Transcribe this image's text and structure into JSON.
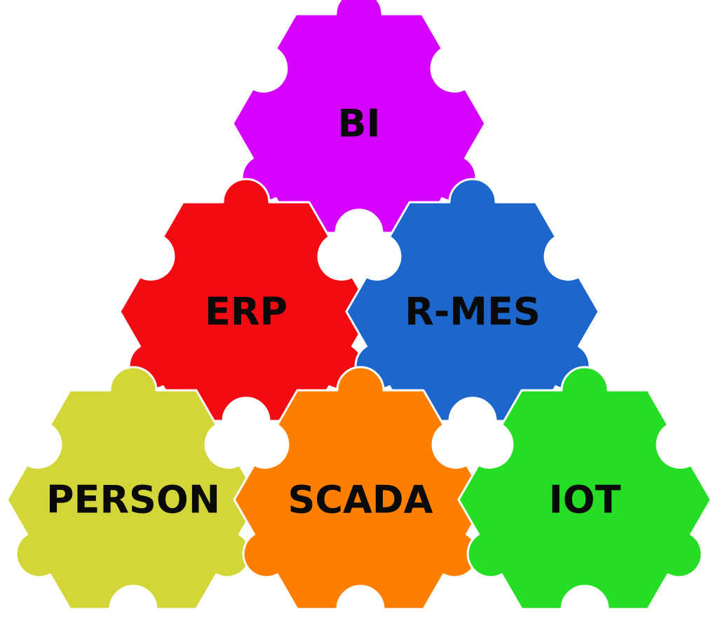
{
  "gears": [
    {
      "id": "bi",
      "label": "BI",
      "color": "#D602FF"
    },
    {
      "id": "erp",
      "label": "ERP",
      "color": "#F30B14"
    },
    {
      "id": "r-mes",
      "label": "R-MES",
      "color": "#1C66CC"
    },
    {
      "id": "person",
      "label": "PERSON",
      "color": "#D3D638"
    },
    {
      "id": "scada",
      "label": "SCADA",
      "color": "#FC7F00"
    },
    {
      "id": "iot",
      "label": "IOT",
      "color": "#25DD25"
    }
  ]
}
